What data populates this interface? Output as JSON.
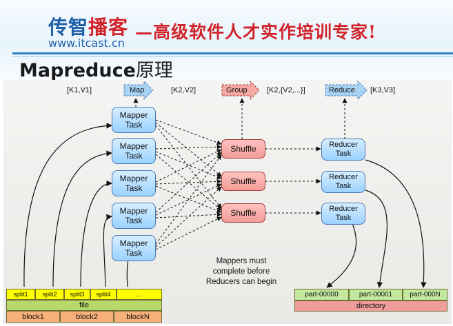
{
  "header": {
    "logo_part1": "传智",
    "logo_part2": "播客",
    "logo_url": "www.itcast.cn",
    "slogan": "—高级软件人才实作培训专家!",
    "title_latin": "Mapreduce",
    "title_cn": "原理"
  },
  "diagram": {
    "top_row": {
      "k1v1": "[K1,V1]",
      "map": "Map",
      "k2v2": "[K2,V2]",
      "group": "Group",
      "k2list": "[K2,{V2,...}]",
      "reduce": "Reduce",
      "k3v3": "[K3,V3]"
    },
    "mappers": [
      "Mapper\nTask",
      "Mapper\nTask",
      "Mapper\nTask",
      "Mapper\nTask",
      "Mapper\nTask"
    ],
    "shuffles": [
      "Shuffle",
      "Shuffle",
      "Shuffle"
    ],
    "reducers": [
      "Reducer\nTask",
      "Reducer\nTask",
      "Reducer\nTask"
    ],
    "note": "Mappers must complete before Reducers can begin",
    "input": {
      "splits": [
        "split1",
        "split2",
        "split3",
        "split4",
        "..."
      ],
      "file": "file",
      "blocks": [
        "block1",
        "block2",
        "blockN"
      ]
    },
    "output": {
      "parts": [
        "part-00000",
        "part-00001",
        "part-000N"
      ],
      "directory": "directory"
    }
  },
  "colors": {
    "brand_blue": "#1f5fa8",
    "brand_red": "#d2232a",
    "task_blue": "#9bd2ff",
    "shuffle_red": "#f39c97",
    "split_yellow": "#ffff00",
    "file_green": "#b7d96a",
    "block_orange": "#f8b07a",
    "part_green": "#c4e89e",
    "dir_pink": "#ee9c9c"
  }
}
